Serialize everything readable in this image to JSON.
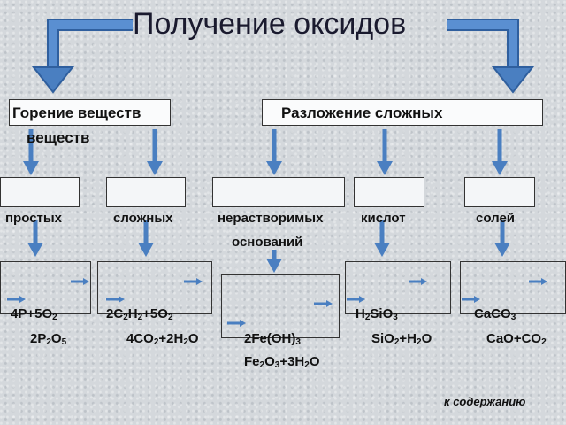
{
  "title": "Получение оксидов",
  "branches": {
    "left": {
      "header_line1": "Горение веществ",
      "header_line2": "веществ",
      "cards": [
        {
          "label": "простых",
          "eq_line1": "4P+5O",
          "eq_line1_sub": "2",
          "eq_line2_a": "2P",
          "eq_line2_sub1": "2",
          "eq_line2_b": "O",
          "eq_line2_sub2": "5"
        },
        {
          "label": "сложных",
          "eq_line1": "2C",
          "eq_line1_sub": "2",
          "eq_line1_b": "H",
          "eq_line1_sub2": "2",
          "eq_line1_c": "+5O",
          "eq_line1_sub3": "2",
          "eq_line2_a": "4CO",
          "eq_line2_sub1": "2",
          "eq_line2_b": "+2H",
          "eq_line2_sub2": "2",
          "eq_line2_c": "O"
        }
      ]
    },
    "right": {
      "header": "Разложение сложных",
      "cards": [
        {
          "label_line1": "нерастворимых",
          "label_line2": "оснований",
          "eq_line1_a": "2Fe(OH)",
          "eq_line1_sub": "3",
          "eq_line2_a": "Fe",
          "eq_line2_sub1": "2",
          "eq_line2_b": "O",
          "eq_line2_sub2": "3",
          "eq_line2_c": "+3H",
          "eq_line2_sub3": "2",
          "eq_line2_d": "O"
        },
        {
          "label": "кислот",
          "eq_line1_a": "H",
          "eq_line1_sub1": "2",
          "eq_line1_b": "SiO",
          "eq_line1_sub2": "3",
          "eq_line2_a": "SiO",
          "eq_line2_sub1": "2",
          "eq_line2_b": "+H",
          "eq_line2_sub2": "2",
          "eq_line2_c": "O"
        },
        {
          "label": "солей",
          "eq_line1_a": "CaCO",
          "eq_line1_sub": "3",
          "eq_line2_a": "CaO+CO",
          "eq_line2_sub": "2"
        }
      ]
    }
  },
  "nav_link": "к содержанию",
  "colors": {
    "arrow": "#4a7fc1",
    "arrow_dark": "#2f5f9e"
  }
}
